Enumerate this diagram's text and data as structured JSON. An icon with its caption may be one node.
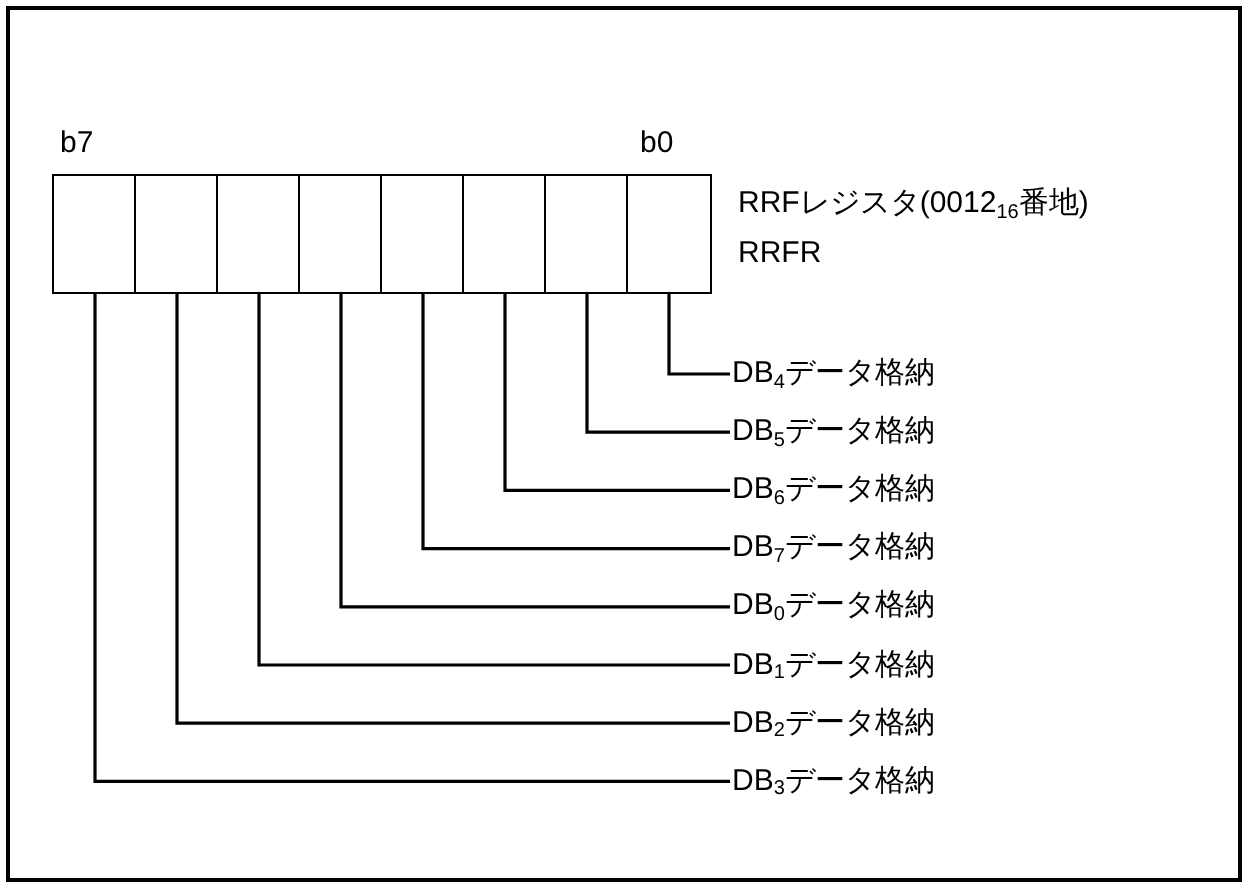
{
  "diagram": {
    "nodes": [
      {
        "text": [],
        "shape": "box"
      },
      {
        "text": [],
        "shape": "box"
      },
      {
        "text": [],
        "shape": "box"
      },
      {
        "text": [],
        "shape": "box"
      },
      {
        "text": [],
        "shape": "box"
      },
      {
        "text": [],
        "shape": "box"
      },
      {
        "text": [],
        "shape": "box"
      },
      {
        "text": [],
        "shape": "box"
      },
      {
        "text": [
          "DB$_{4}$データ格納"
        ]
      },
      {
        "text": [
          "DB$_{5}$データ格納"
        ]
      },
      {
        "text": [
          "DB$_{6}$データ格納"
        ]
      },
      {
        "text": [
          "DB$_{7}$データ格納"
        ]
      },
      {
        "text": [
          "DB$_{0}$データ格納"
        ]
      },
      {
        "text": [
          "DB$_{1}$データ格納"
        ]
      },
      {
        "text": [
          "DB$_{2}$データ格納"
        ]
      },
      {
        "text": [
          "DB$_{3}$データ格納"
        ]
      }
    ],
    "edges": [
      {
        "from": 7,
        "to": 8,
        "arrow": "none"
      },
      {
        "from": 6,
        "to": 9,
        "arrow": "none"
      },
      {
        "from": 5,
        "to": 10,
        "arrow": "none"
      },
      {
        "from": 4,
        "to": 11,
        "arrow": "none"
      },
      {
        "from": 3,
        "to": 12,
        "arrow": "none"
      },
      {
        "from": 2,
        "to": 13,
        "arrow": "none"
      },
      {
        "from": 1,
        "to": 14,
        "arrow": "none"
      },
      {
        "from": 0,
        "to": 15,
        "arrow": "none"
      }
    ],
    "labels": [
      "b7",
      "b0",
      "RRFレジスタ(0012$_{16}$番地)",
      "RRFR"
    ]
  }
}
